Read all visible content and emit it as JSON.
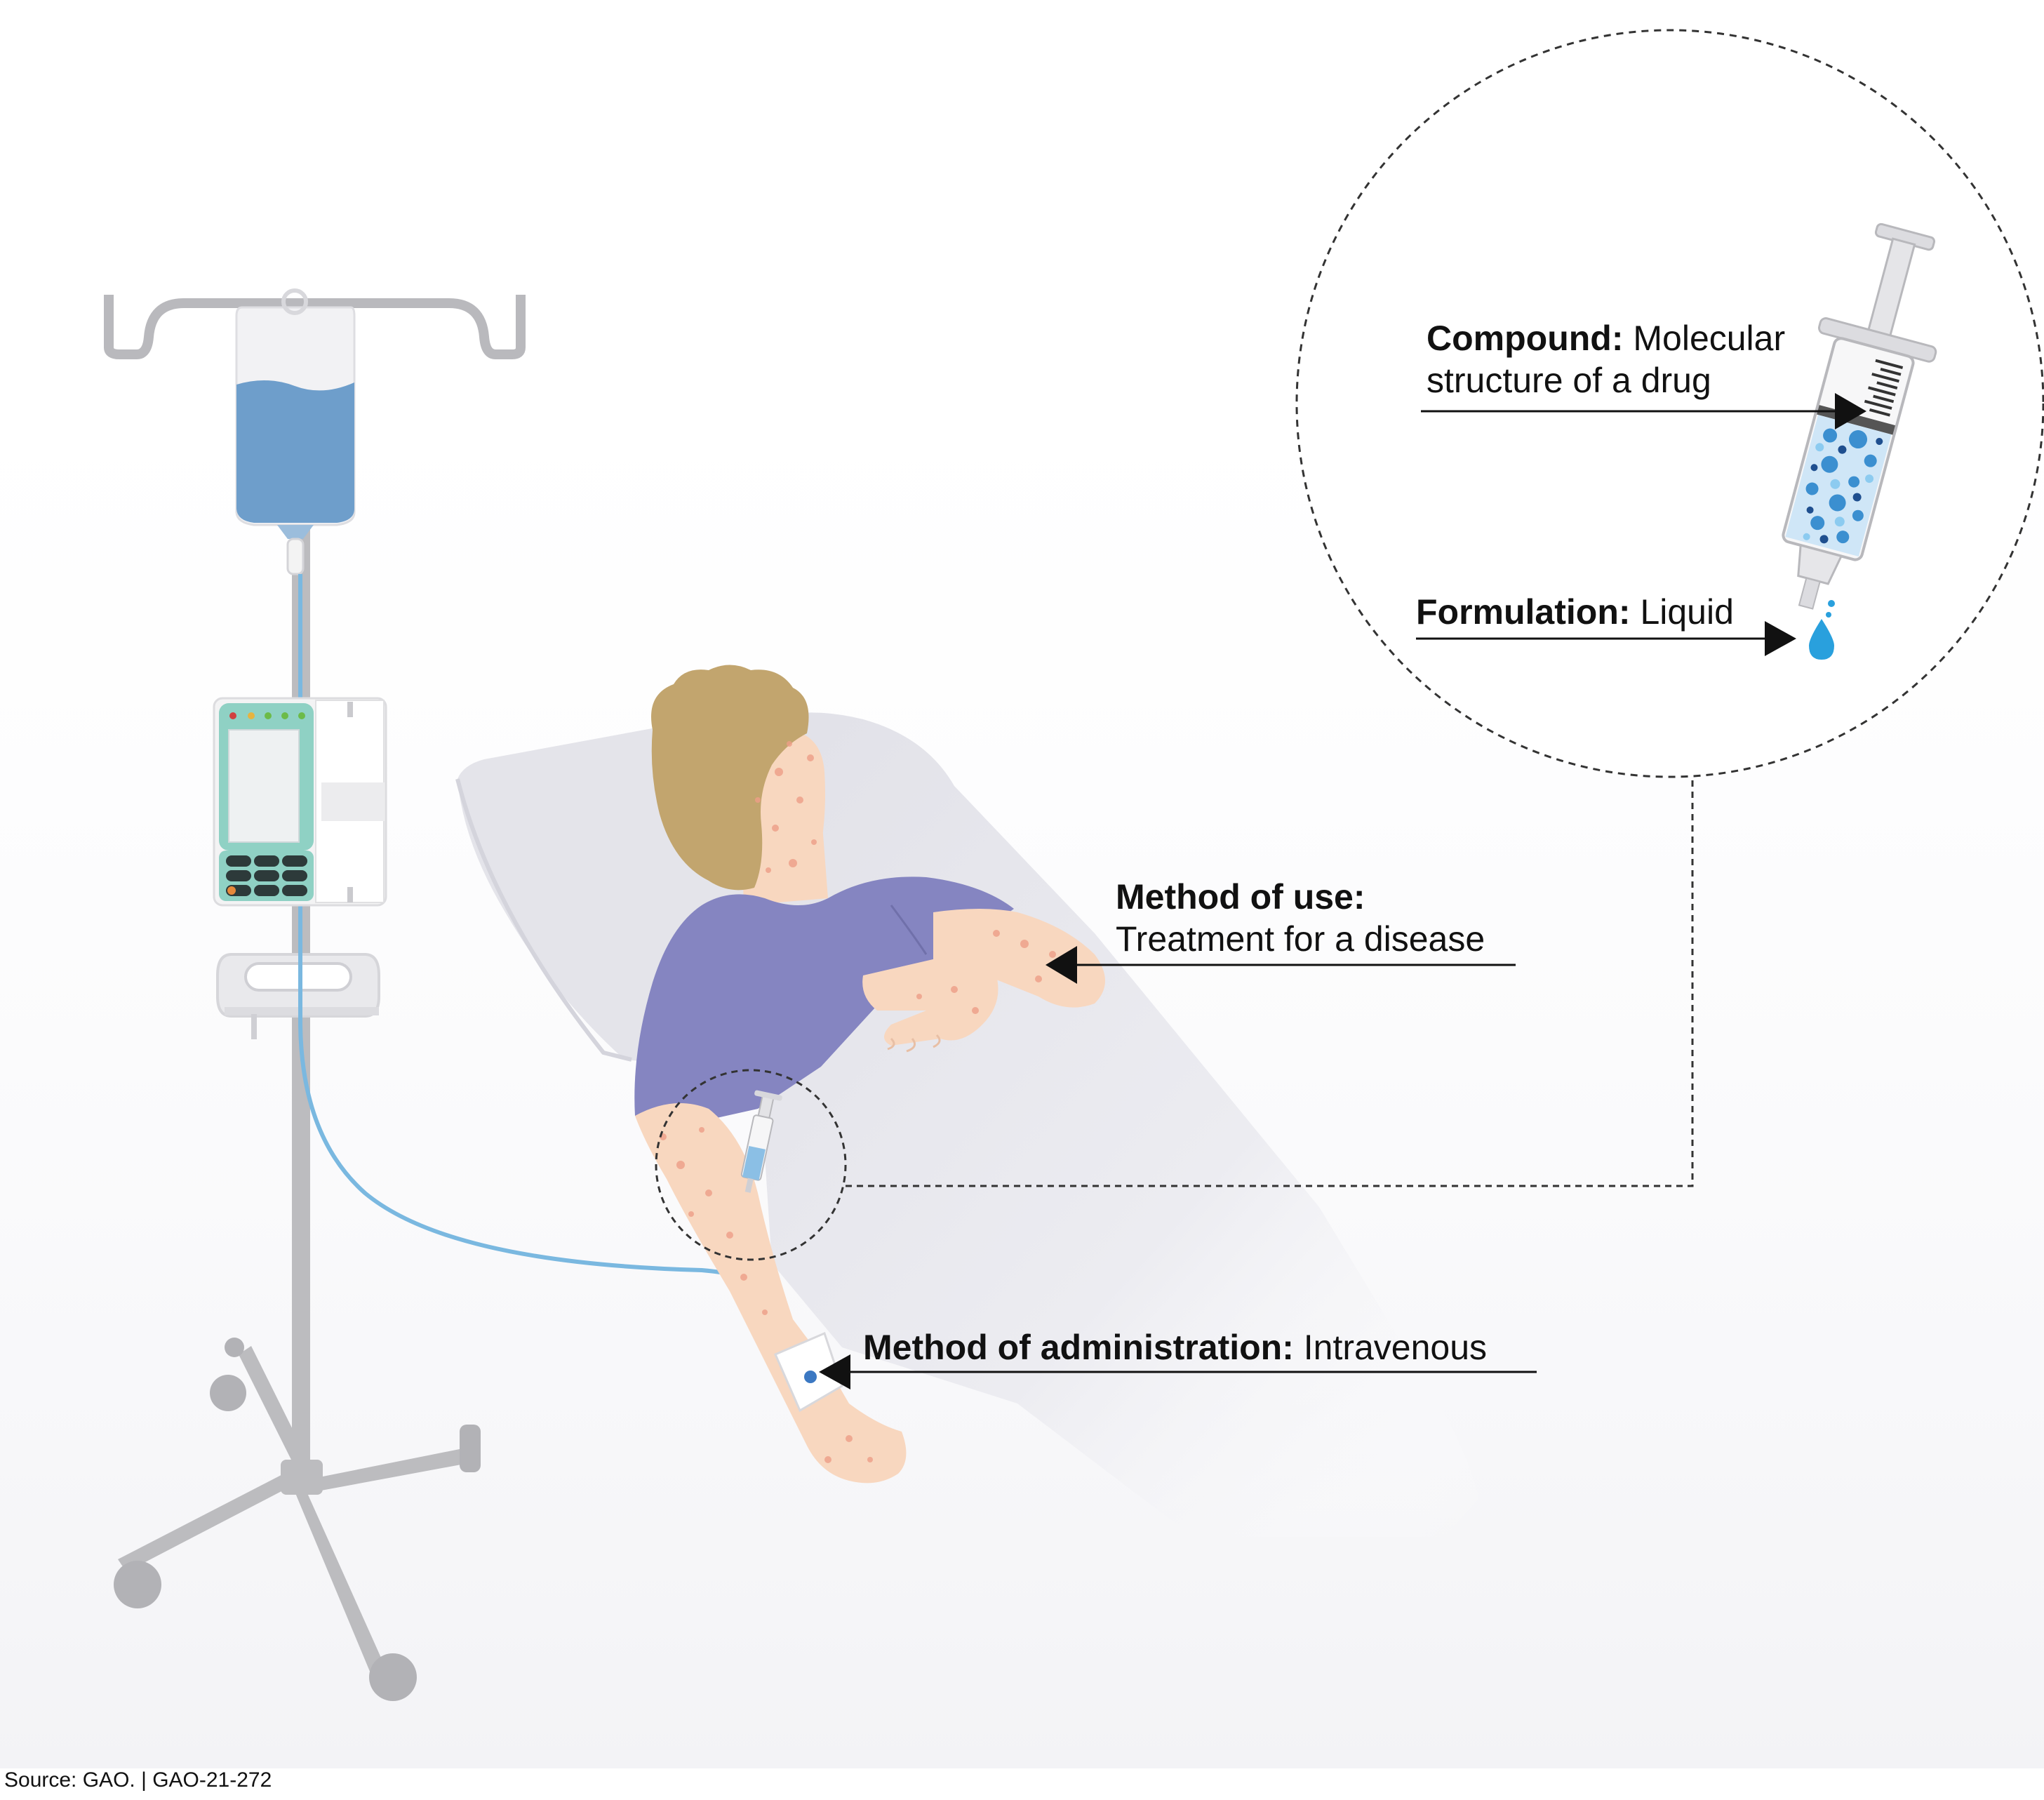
{
  "annotations": {
    "compound": {
      "term": "Compound:",
      "desc_line1": "Molecular",
      "desc_line2": "structure of a drug"
    },
    "formulation": {
      "term": "Formulation:",
      "desc": "Liquid"
    },
    "method_of_use": {
      "term": "Method of use:",
      "desc": "Treatment for a disease"
    },
    "method_of_administration": {
      "term": "Method of administration:",
      "desc": "Intravenous"
    }
  },
  "source": "Source: GAO. |  GAO-21-272",
  "icons": [
    "iv-pole-icon",
    "iv-bag-icon",
    "infusion-pump-icon",
    "patient-icon",
    "hospital-bed-icon",
    "syringe-icon",
    "droplet-icon",
    "magnifier-circle-icon"
  ],
  "colors": {
    "fluid_blue": "#6f9fcc",
    "tube_blue": "#7ab8e0",
    "shirt_purple": "#8484c0",
    "hair": "#c2a56e",
    "skin": "#f8d7bf",
    "skin_spots": "#ee9e88",
    "pole_gray": "#bbbbbe",
    "bed_gray": "#e4e4ea"
  }
}
